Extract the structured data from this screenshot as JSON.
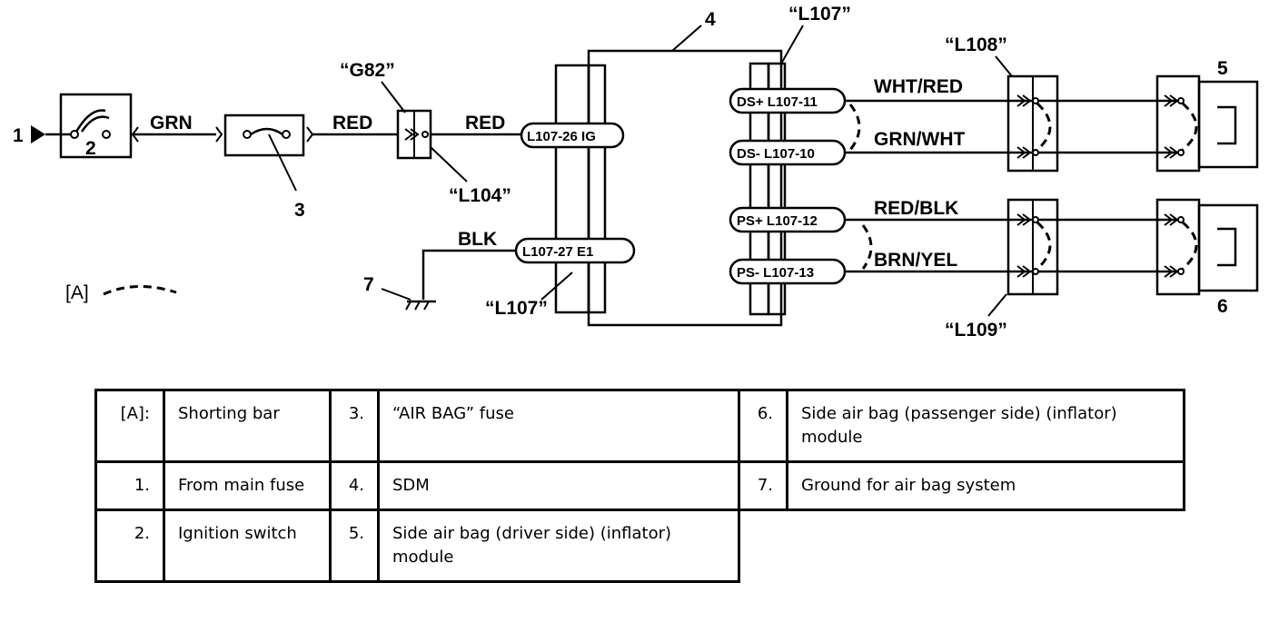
{
  "callouts": {
    "n1": "1",
    "n2": "2",
    "n3": "3",
    "n4": "4",
    "n5": "5",
    "n6": "6",
    "n7": "7",
    "shorting_bar": "[A]"
  },
  "connectors": {
    "g82": "“G82”",
    "l104": "“L104”",
    "l107_top": "“L107”",
    "l107_bottom": "“L107”",
    "l108": "“L108”",
    "l109": "“L109”"
  },
  "wires": {
    "grn": "GRN",
    "red_1": "RED",
    "red_2": "RED",
    "blk": "BLK",
    "wht_red": "WHT/RED",
    "grn_wht": "GRN/WHT",
    "red_blk": "RED/BLK",
    "brn_yel": "BRN/YEL"
  },
  "pins": {
    "ig": "L107-26 IG",
    "e1": "L107-27  E1",
    "ds_plus": "DS+ L107-11",
    "ds_minus": "DS-  L107-10",
    "ps_plus": "PS+  L107-12",
    "ps_minus": "PS-  L107-13"
  },
  "legend": [
    [
      {
        "key": "[A]:",
        "desc": "Shorting bar"
      },
      {
        "key": "3.",
        "desc": "“AIR BAG” fuse"
      },
      {
        "key": "6.",
        "desc": "Side air bag (passenger side) (inflator) module"
      }
    ],
    [
      {
        "key": "1.",
        "desc": "From main fuse"
      },
      {
        "key": "4.",
        "desc": "SDM"
      },
      {
        "key": "7.",
        "desc": "Ground for air bag system"
      }
    ],
    [
      {
        "key": "2.",
        "desc": "Ignition switch"
      },
      {
        "key": "5.",
        "desc": "Side air bag (driver side) (inflator) module"
      }
    ]
  ]
}
